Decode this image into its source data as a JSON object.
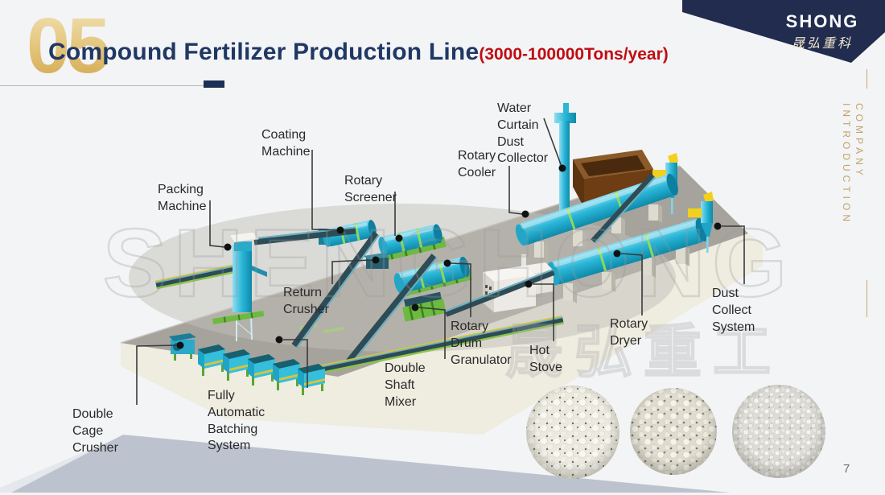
{
  "header": {
    "section_number": "05",
    "title": "Compound Fertilizer Production Line",
    "capacity_note": "(3000-100000Tons/year)",
    "title_color": "#203864",
    "capacity_color": "#c00d12",
    "accent_gold": "#d9b25f"
  },
  "brand": {
    "logo_text": "SHONG",
    "logo_subtext": "晟弘重科",
    "corner_color": "#222c4e"
  },
  "side_tab": {
    "line1": "COMPANY",
    "line2": "INTRODUCTION",
    "color": "#c2a268"
  },
  "watermarks": {
    "latin": "SHENGHONG",
    "chinese": "晟弘重工"
  },
  "diagram": {
    "labels": [
      {
        "id": "water-curtain-dust-collector",
        "text": "Water Curtain Dust Collector"
      },
      {
        "id": "coating-machine",
        "text": "Coating Machine"
      },
      {
        "id": "rotary-cooler",
        "text": "Rotary Cooler"
      },
      {
        "id": "rotary-screener",
        "text": "Rotary Screener"
      },
      {
        "id": "packing-machine",
        "text": "Packing Machine"
      },
      {
        "id": "return-crusher",
        "text": "Return Crusher"
      },
      {
        "id": "rotary-drum-granulator",
        "text": "Rotary Drum\nGranulator"
      },
      {
        "id": "hot-stove",
        "text": "Hot Stove"
      },
      {
        "id": "double-shaft-mixer",
        "text": "Double Shaft Mixer"
      },
      {
        "id": "fully-automatic-batching-system",
        "text": "Fully Automatic Batching System"
      },
      {
        "id": "double-cage-crusher",
        "text": "Double Cage Crusher"
      },
      {
        "id": "rotary-dryer",
        "text": "Rotary Dryer"
      },
      {
        "id": "dust-collect-system",
        "text": "Dust Collect\nSystem"
      }
    ]
  },
  "product_samples": [
    {
      "name": "granule-sample-1"
    },
    {
      "name": "granule-sample-2"
    },
    {
      "name": "granule-sample-3"
    }
  ],
  "footer": {
    "page_number": "7"
  }
}
